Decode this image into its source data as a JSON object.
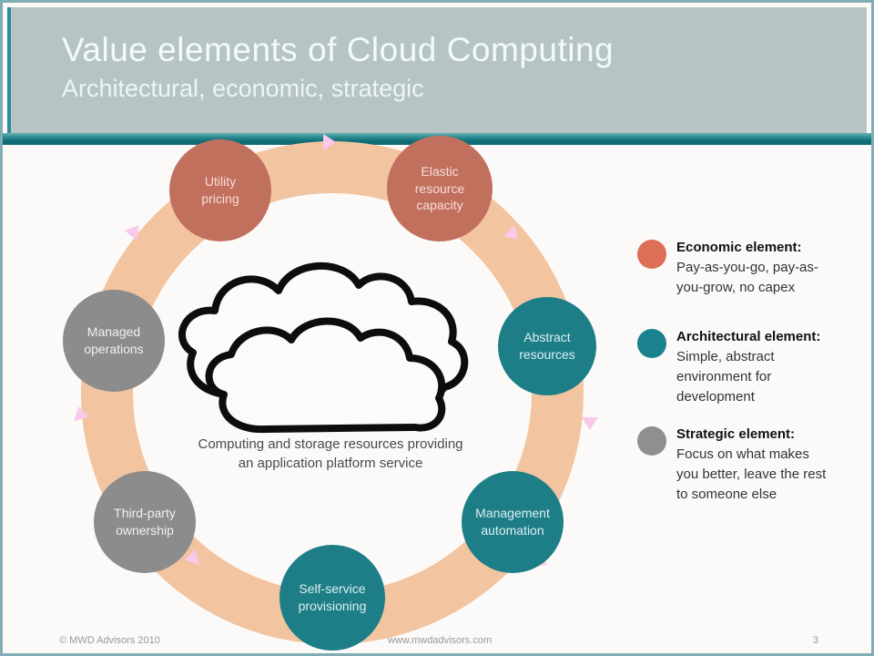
{
  "header": {
    "title": "Value elements of Cloud Computing",
    "subtitle": "Architectural, economic, strategic"
  },
  "diagram": {
    "caption": "Computing and storage resources providing an application platform service",
    "nodes": [
      {
        "id": "utility-pricing",
        "label": "Utility pricing",
        "category": "economic"
      },
      {
        "id": "elastic-resource-capacity",
        "label": "Elastic resource capacity",
        "category": "economic"
      },
      {
        "id": "abstract-resources",
        "label": "Abstract resources",
        "category": "architectural"
      },
      {
        "id": "management-automation",
        "label": "Management automation",
        "category": "architectural"
      },
      {
        "id": "self-service-provisioning",
        "label": "Self-service provisioning",
        "category": "architectural"
      },
      {
        "id": "third-party-ownership",
        "label": "Third-party ownership",
        "category": "strategic"
      },
      {
        "id": "managed-operations",
        "label": "Managed operations",
        "category": "strategic"
      }
    ]
  },
  "legend": {
    "items": [
      {
        "title": "Economic element:",
        "description": "Pay-as-you-go, pay-as-you-grow, no capex",
        "color": "#dd6e58"
      },
      {
        "title": "Architectural element:",
        "description": "Simple, abstract environment for development",
        "color": "#19828d"
      },
      {
        "title": "Strategic element:",
        "description": "Focus on what makes you better, leave the rest to someone else",
        "color": "#8f8f8f"
      }
    ]
  },
  "colors": {
    "economic_node": "#c2705e",
    "architectural_node": "#1e7e88",
    "strategic_node": "#8c8c8c",
    "ring": "#f2c4a0",
    "header_background": "#b6c4c6",
    "accent_teal": "#0e6c74"
  },
  "footer": {
    "copyright": "© MWD Advisors 2010",
    "website": "www.mwdadvisors.com",
    "page_number": "3"
  }
}
